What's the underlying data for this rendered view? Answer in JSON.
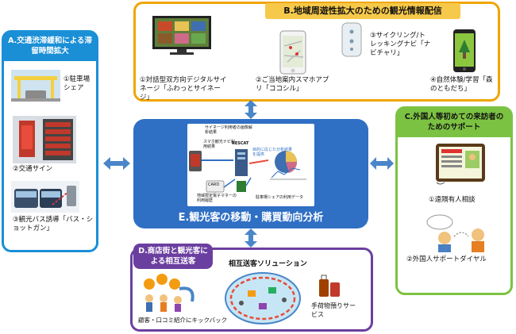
{
  "section_a": {
    "title": "A.交通渋滞緩和による滞留時間拡大",
    "items": [
      {
        "label": "①駐車場シェア"
      },
      {
        "label": "②交通サイン"
      },
      {
        "label": "③観光バス誘導「バス・ショットガン」"
      }
    ]
  },
  "section_b": {
    "title": "B.地域周遊性拡大のための観光情報配信",
    "items": [
      {
        "label": "①対話型双方向デジタルサイネージ「ふわっとサイネージ」"
      },
      {
        "label": "②ご当地案内スマホアプリ「ココシル」"
      },
      {
        "label": "③サイクリング/トレッキングナビ「ナビチャリ」"
      },
      {
        "label": "④自然体験/学習「森のともだち」"
      }
    ]
  },
  "section_c": {
    "title": "C.外国人等初めての来訪者のためのサポート",
    "items": [
      {
        "label": "①遠隔有人相談"
      },
      {
        "label": "②外国人サポートダイヤル"
      }
    ]
  },
  "section_d": {
    "title": "D.商店街と観光客による相互送客",
    "solution_title": "相互送客ソリューション",
    "items": [
      {
        "label": "顧客・口コミ紹介にキックバック"
      },
      {
        "label": "手荷物預りサービス"
      }
    ]
  },
  "section_e": {
    "title": "E.観光客の移動・購買動向分析",
    "diagram_labels": {
      "signage_data": "サイネージ利用者の画像解析結果",
      "app_data": "スマホ観光ナビ利用結果",
      "server": "RESCAT",
      "result": "目的に応じた分析結果を提供",
      "ic_card": "地域限定電子マネーの利用履歴",
      "card": "CARD",
      "parking": "駐車場シェアの利用データ"
    }
  },
  "colors": {
    "a": "#1a8fd6",
    "b": "#f0a500",
    "c": "#7cc242",
    "d": "#6b3fa0",
    "e": "#2f6fc4",
    "arrow": "#4a86c8"
  },
  "icons": [
    "parking-photo-icon",
    "traffic-sign-icon",
    "bus-icon",
    "signage-monitor-icon",
    "smartphone-map-icon",
    "navi-device-icon",
    "smartphone-forest-icon",
    "tablet-consult-icon",
    "phone-support-icon",
    "shop-people-icon",
    "town-map-icon",
    "luggage-icon",
    "server-icon",
    "pie-chart-icon",
    "card-icon",
    "parking-sign-icon"
  ]
}
